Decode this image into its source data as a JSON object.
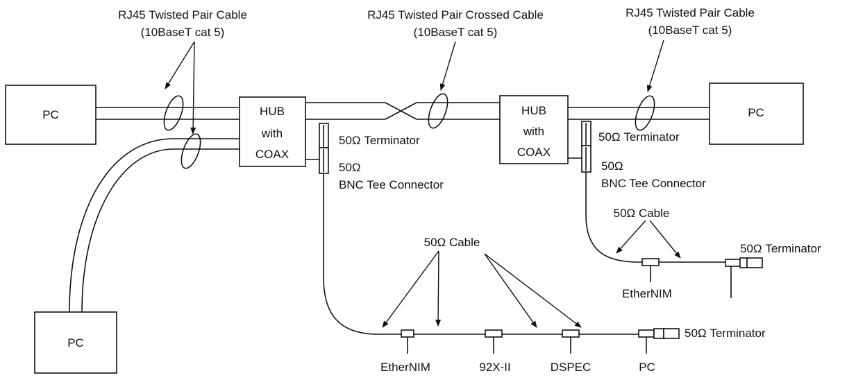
{
  "devices": {
    "pc_left": "PC",
    "pc_right": "PC",
    "pc_bottom": "PC",
    "hub_left": [
      "HUB",
      "with",
      "COAX"
    ],
    "hub_right": [
      "HUB",
      "with",
      "COAX"
    ]
  },
  "labels": {
    "rj45_left": [
      "RJ45 Twisted Pair Cable",
      "(10BaseT cat 5)"
    ],
    "rj45_crossed": [
      "RJ45 Twisted Pair Crossed Cable",
      "(10BaseT cat 5)"
    ],
    "rj45_right": [
      "RJ45 Twisted Pair Cable",
      "(10BaseT cat 5)"
    ],
    "terminator_hub_left": "50Ω Terminator",
    "tee_left": [
      "50Ω",
      "BNC Tee Connector"
    ],
    "terminator_hub_right": "50Ω Terminator",
    "tee_right": [
      "50Ω",
      "BNC Tee Connector"
    ],
    "cable_bottom": "50Ω Cable",
    "cable_right": "50Ω Cable",
    "terminator_bottom": "50Ω Terminator",
    "terminator_right": "50Ω Terminator",
    "bottom_nodes": [
      "EtherNIM",
      "92X-II",
      "DSPEC",
      "PC"
    ],
    "right_node": "EtherNIM"
  }
}
